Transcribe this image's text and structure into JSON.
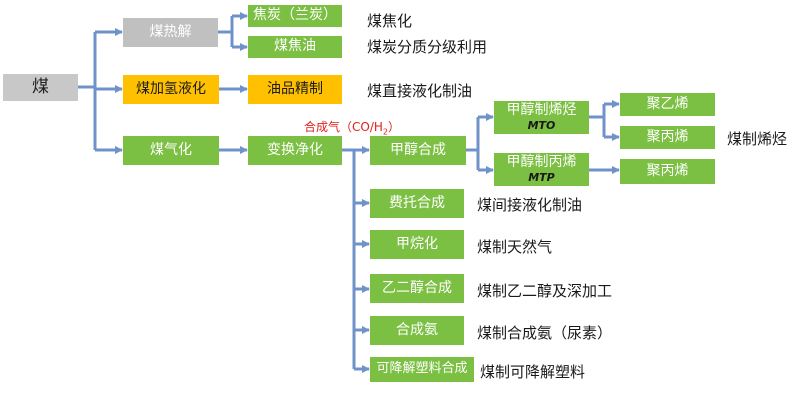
{
  "nodes": {
    "coal": "煤",
    "pyrolysis": "煤热解",
    "semicoke": "焦炭（兰炭）",
    "coal_tar": "煤焦油",
    "hydro_liquefaction": "煤加氢液化",
    "oil_refining": "油品精制",
    "gasification": "煤气化",
    "shift_purify": "变换净化",
    "methanol_synthesis": "甲醇合成",
    "mto_top": "甲醇制烯烃",
    "mto_sub": "MTO",
    "mtp_top": "甲醇制丙烯",
    "mtp_sub": "MTP",
    "polyethylene": "聚乙烯",
    "polypropylene_1": "聚丙烯",
    "polypropylene_2": "聚丙烯",
    "ft_synthesis": "费托合成",
    "methanation": "甲烷化",
    "eg_synthesis": "乙二醇合成",
    "ammonia_synthesis": "合成氨",
    "degradable_plastic": "可降解塑料合成"
  },
  "labels": {
    "coking": "煤焦化",
    "grading": "煤炭分质分级利用",
    "direct_liquefaction": "煤直接液化制油",
    "coal_to_olefins": "煤制烯烃",
    "indirect_liquefaction": "煤间接液化制油",
    "coal_to_sng": "煤制天然气",
    "coal_to_eg": "煤制乙二醇及深加工",
    "coal_to_ammonia": "煤制合成氨（尿素）",
    "coal_to_plastic": "煤制可降解塑料"
  },
  "syngas": {
    "prefix": "合成气（CO/H",
    "subscript": "2",
    "suffix": "）"
  },
  "colors": {
    "process_box": "#7bbf43",
    "pyrolysis_box": "#c0c0c0",
    "liquefaction_box": "#ffc000",
    "arrow": "#6f93c9",
    "syngas_text": "#e0201c"
  }
}
